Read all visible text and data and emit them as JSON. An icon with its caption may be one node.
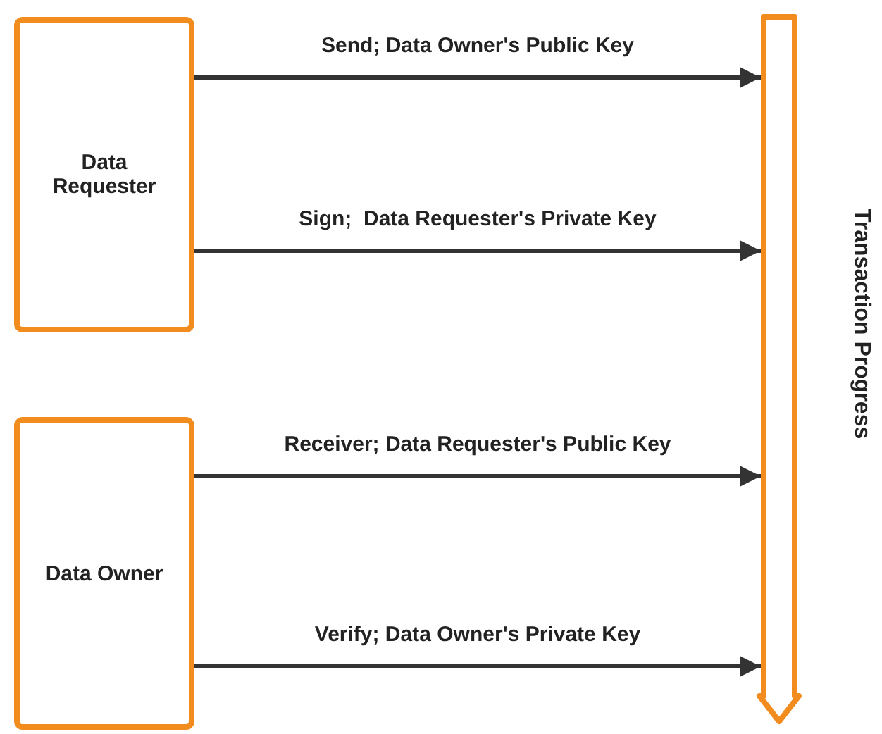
{
  "diagram": {
    "nodes": [
      {
        "text": [
          "Data Requester"
        ]
      },
      {
        "text": [
          "Data Owner"
        ]
      },
      {
        "text": [],
        "shape": "bar",
        "beside": [
          "Transaction Progress"
        ]
      }
    ],
    "edges": [
      {
        "from": 0,
        "to": 2,
        "arrow": "to",
        "label": "Send; Data Owner's Public Key"
      },
      {
        "from": 0,
        "to": 2,
        "arrow": "to",
        "label": "Sign;  Data Requester's Private Key"
      },
      {
        "from": 1,
        "to": 2,
        "arrow": "to",
        "label": "Receiver; Data Requester's Public Key"
      },
      {
        "from": 1,
        "to": 2,
        "arrow": "to",
        "label": "Verify; Data Owner's Private Key"
      }
    ]
  }
}
